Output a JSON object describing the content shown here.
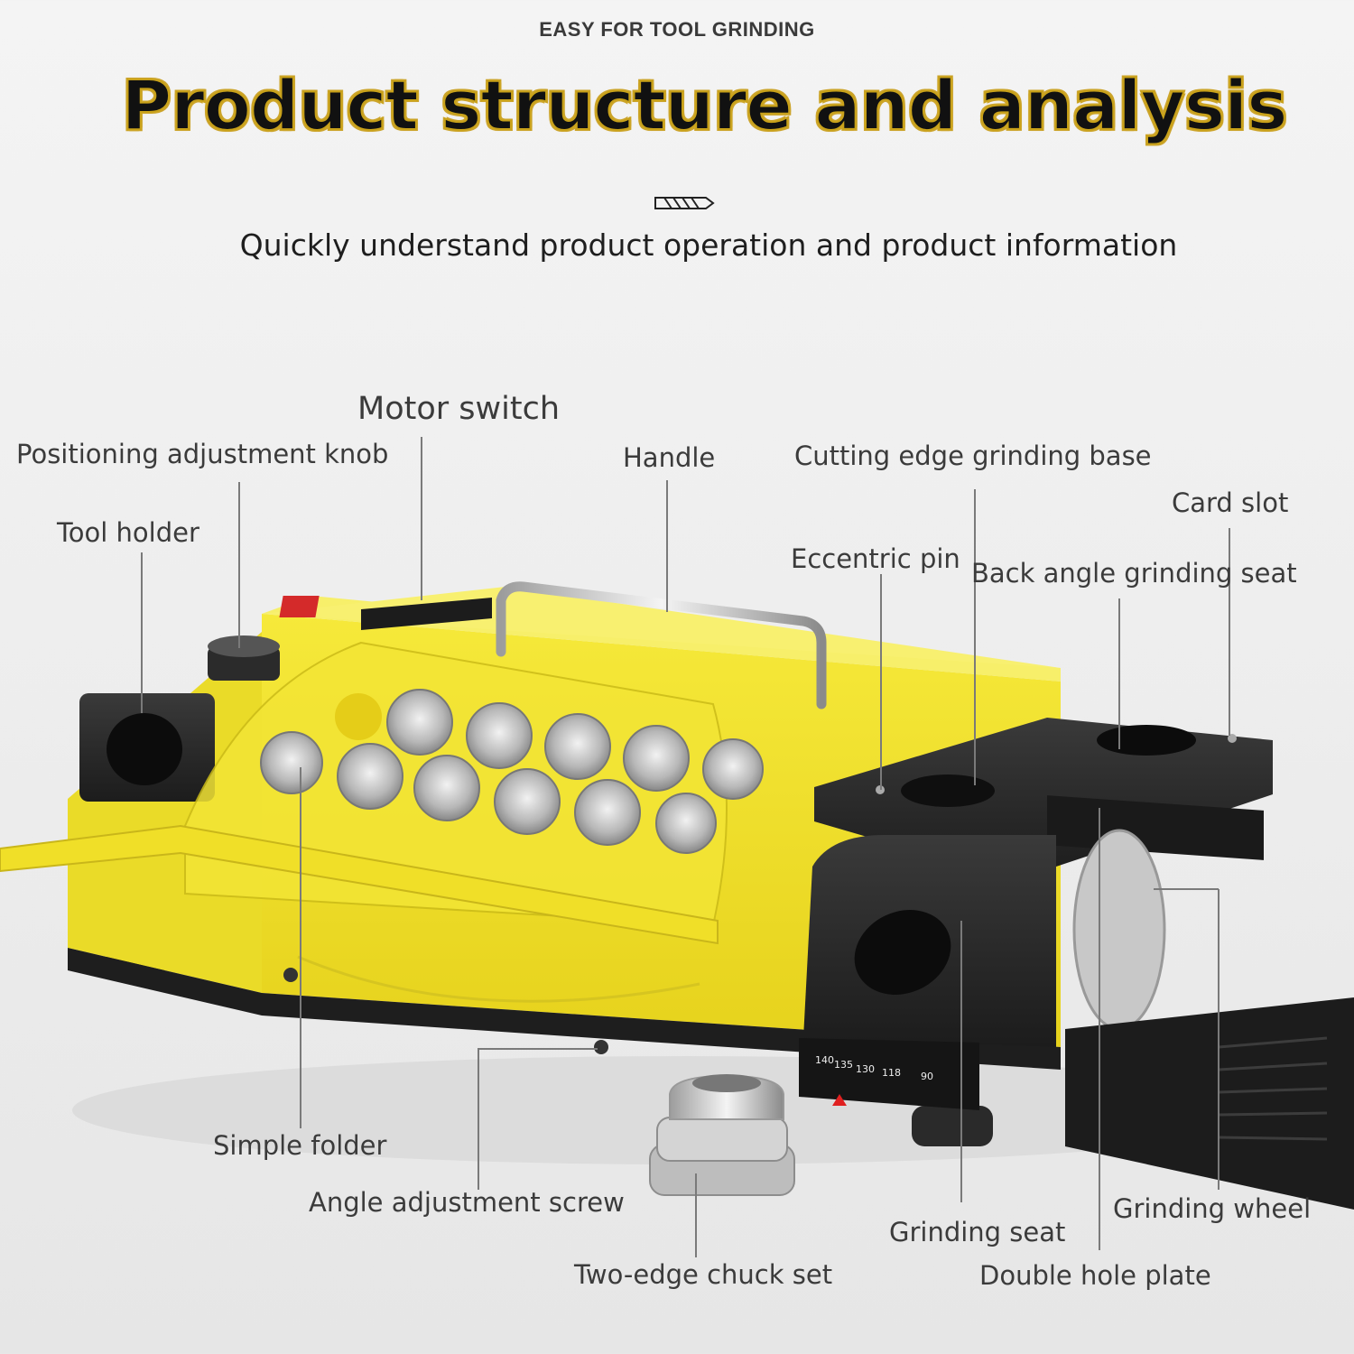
{
  "header": {
    "kicker": "EASY FOR TOOL GRINDING",
    "title": "Product structure and analysis",
    "subtitle": "Quickly understand product operation and product information"
  },
  "callouts": {
    "motor_switch": "Motor switch",
    "positioning_knob": "Positioning adjustment knob",
    "tool_holder": "Tool holder",
    "handle": "Handle",
    "cutting_edge_base": "Cutting edge grinding base",
    "card_slot": "Card slot",
    "eccentric_pin": "Eccentric pin",
    "back_angle_seat": "Back angle grinding seat",
    "simple_folder": "Simple folder",
    "angle_screw": "Angle adjustment screw",
    "two_edge_chuck": "Two-edge chuck set",
    "grinding_seat": "Grinding seat",
    "grinding_wheel": "Grinding wheel",
    "double_hole_plate": "Double hole plate"
  },
  "angle_scale": {
    "ticks": [
      "140",
      "135",
      "130",
      "118",
      "90"
    ]
  },
  "colors": {
    "body_yellow": "#f3e22b",
    "accent_gold": "#c9a21a",
    "dark_metal": "#2c2c2c",
    "switch_red": "#d42a2a"
  }
}
